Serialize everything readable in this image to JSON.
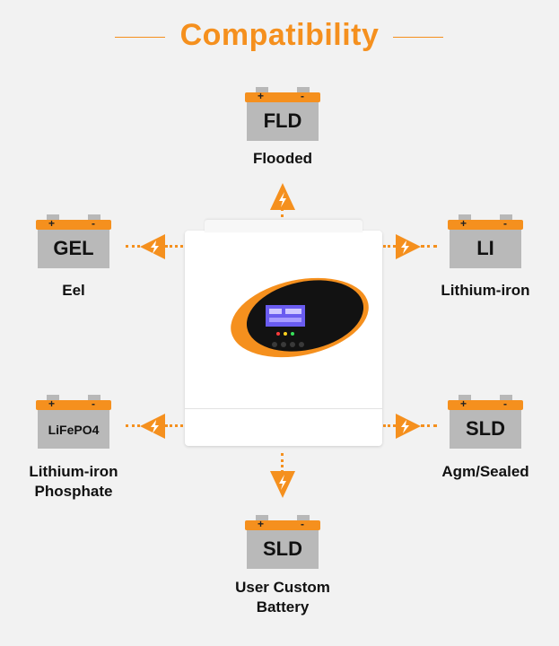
{
  "title": "Compatibility",
  "batteries": [
    {
      "id": "top",
      "code": "FLD",
      "label": "Flooded",
      "label_lines": [
        "Flooded"
      ]
    },
    {
      "id": "left-upper",
      "code": "GEL",
      "label": "Eel",
      "label_lines": [
        "Eel"
      ]
    },
    {
      "id": "right-upper",
      "code": "LI",
      "label": "Lithium-iron",
      "label_lines": [
        "Lithium-iron"
      ]
    },
    {
      "id": "left-lower",
      "code": "LiFePO4",
      "label": "Lithium-iron Phosphate",
      "label_lines": [
        "Lithium-iron",
        "Phosphate"
      ]
    },
    {
      "id": "right-lower",
      "code": "SLD",
      "label": "Agm/Sealed",
      "label_lines": [
        "Agm/Sealed"
      ]
    },
    {
      "id": "bottom",
      "code": "SLD",
      "label": "User Custom Battery",
      "label_lines": [
        "User Custom",
        "Battery"
      ]
    }
  ],
  "terminal_signs": {
    "positive": "+",
    "negative": "-"
  },
  "colors": {
    "accent": "#f5901e",
    "battery_body": "#b9b9b9",
    "background": "#f2f2f2",
    "inverter": "#ffffff",
    "screen": "#6a5cf0"
  },
  "icons": {
    "connector": "lightning-bolt-icon",
    "device": "solar-inverter"
  }
}
